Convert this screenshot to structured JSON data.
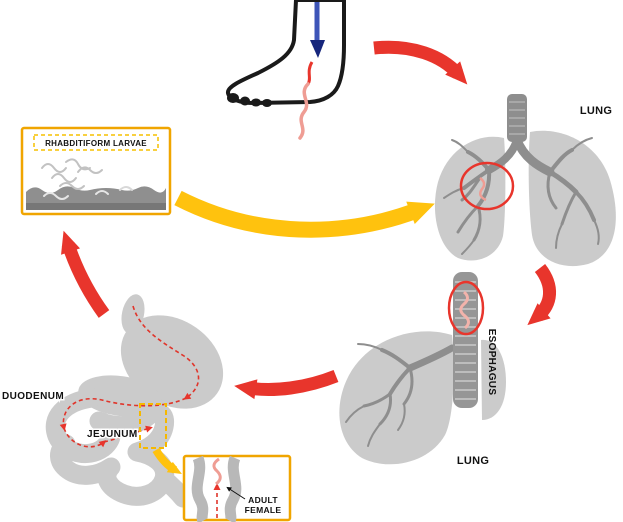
{
  "diagram": {
    "labels": {
      "lung_top": "LUNG",
      "lung_bottom": "LUNG",
      "esophagus": "ESOPHAGUS",
      "duodenum": "DUODENUM",
      "jejunum": "JEJUNUM",
      "rhabditiform_larvae": "RHABDITIFORM LARVAE",
      "adult_female_line1": "ADULT",
      "adult_female_line2": "FEMALE"
    },
    "colors": {
      "arrow_red": "#e8352c",
      "arrow_yellow": "#ffc20e",
      "box_border_yellow": "#f0a500",
      "lung_gray": "#cbcbcb",
      "bronchi_gray": "#8e8e8e",
      "soil_gray": "#8f8f8f",
      "larva_pink": "#ef9d94",
      "vein_blue": "#2c3f9e",
      "text_black": "#111111"
    }
  }
}
